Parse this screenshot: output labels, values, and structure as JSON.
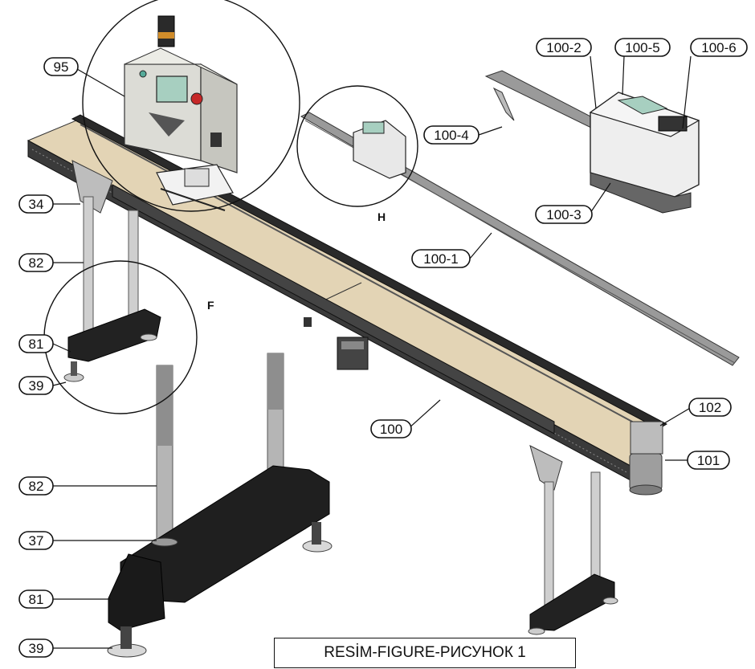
{
  "callouts": [
    {
      "id": "c95",
      "text": "95"
    },
    {
      "id": "c34",
      "text": "34"
    },
    {
      "id": "c82a",
      "text": "82"
    },
    {
      "id": "c81a",
      "text": "81"
    },
    {
      "id": "c39a",
      "text": "39"
    },
    {
      "id": "c82b",
      "text": "82"
    },
    {
      "id": "c37",
      "text": "37"
    },
    {
      "id": "c81b",
      "text": "81"
    },
    {
      "id": "c39b",
      "text": "39"
    },
    {
      "id": "c100-2",
      "text": "100-2"
    },
    {
      "id": "c100-5",
      "text": "100-5"
    },
    {
      "id": "c100-6",
      "text": "100-6"
    },
    {
      "id": "c100-4",
      "text": "100-4"
    },
    {
      "id": "c100-3",
      "text": "100-3"
    },
    {
      "id": "c100-1",
      "text": "100-1"
    },
    {
      "id": "c100",
      "text": "100"
    },
    {
      "id": "c102",
      "text": "102"
    },
    {
      "id": "c101",
      "text": "101"
    }
  ],
  "detail_letters": {
    "h": "H",
    "f": "F"
  },
  "caption": "RESİM-FIGURE-РИСУНОК 1",
  "colors": {
    "table_top": "#e3d4b5",
    "rail": "#2a2a2a",
    "cabinet": "#d9d9d4",
    "leg": "#c8c8c8",
    "base": "#1e1e1e",
    "screen": "#a7cfc0"
  }
}
